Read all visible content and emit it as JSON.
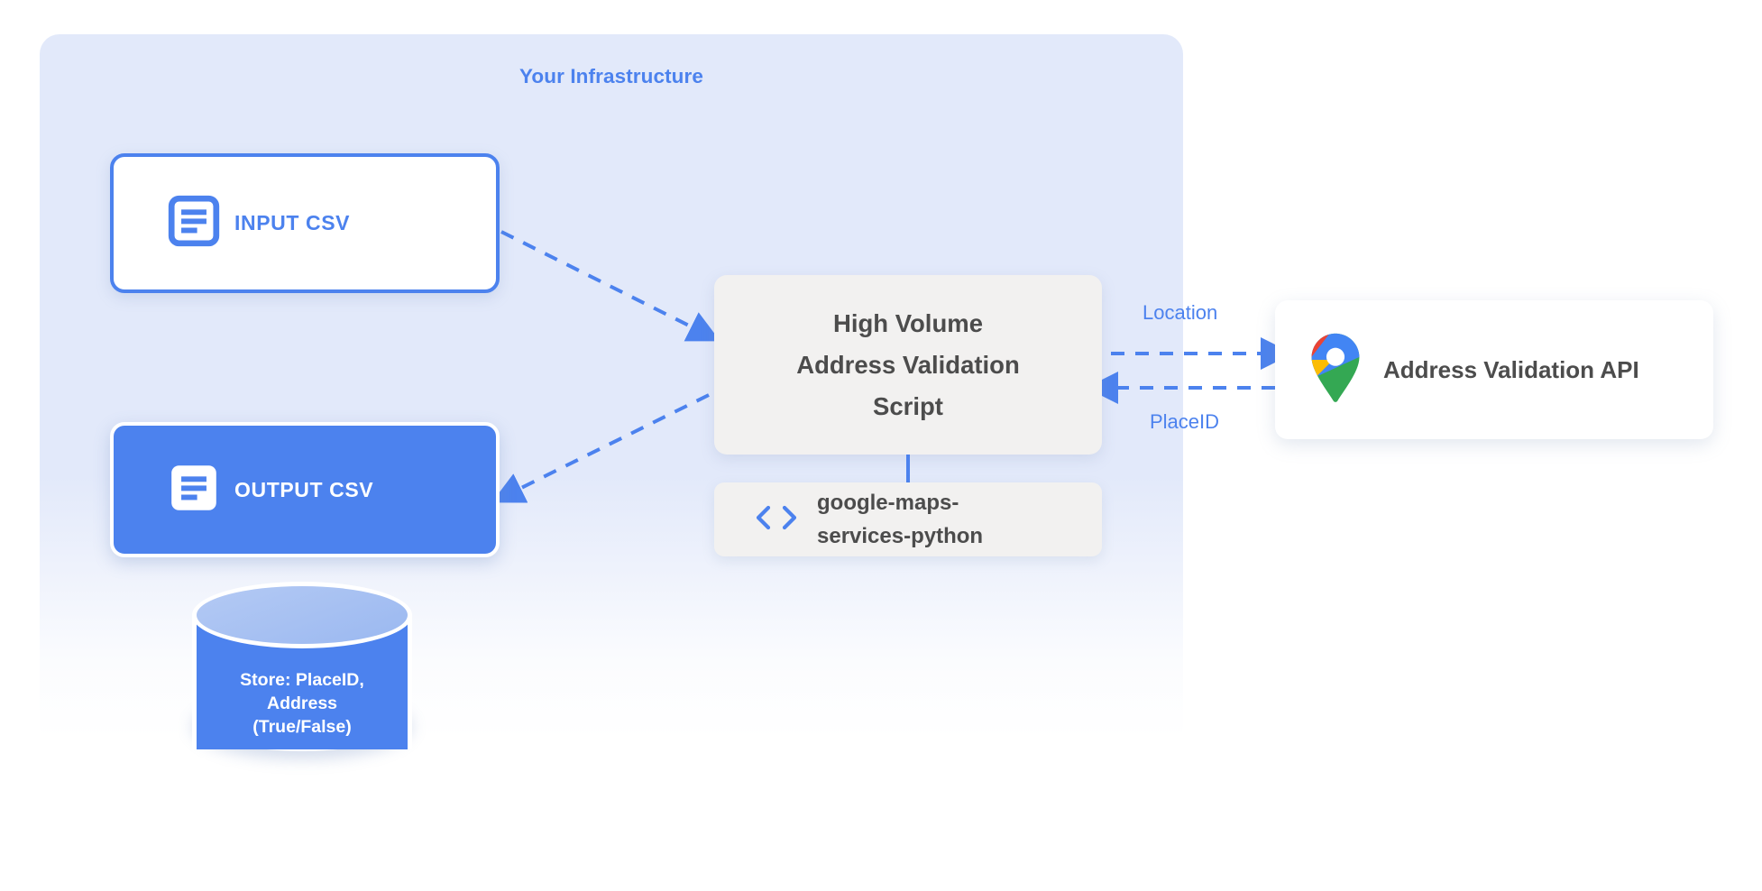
{
  "diagram": {
    "panel": {
      "title": "Your Infrastructure",
      "accent_color": "#4C82EE",
      "background_color": "#E2E9FA"
    },
    "nodes": {
      "input_csv": {
        "label": "INPUT CSV",
        "icon": "document-icon",
        "style": "outlined",
        "border_color": "#4C82EE",
        "text_color": "#4C82EE",
        "fill_color": "#FFFFFF"
      },
      "output_csv": {
        "label": "OUTPUT CSV",
        "icon": "document-icon",
        "style": "filled",
        "fill_color": "#4C82EE",
        "text_color": "#FFFFFF"
      },
      "datastore": {
        "label_line1": "Store: PlaceID,",
        "label_line2": "Address",
        "label_line3": "(True/False)",
        "shape": "cylinder",
        "fill_color": "#4C82EE",
        "top_color": "#A6C0F2",
        "text_color": "#FFFFFF"
      },
      "script": {
        "label_line1": "High Volume",
        "label_line2": "Address Validation",
        "label_line3": "Script",
        "fill_color": "#F2F1F0",
        "text_color": "#4C4C4C"
      },
      "library": {
        "label_line1": "google-maps-",
        "label_line2": "services-python",
        "icon": "code-brackets-icon",
        "icon_color": "#4C82EE",
        "fill_color": "#F2F1F0",
        "text_color": "#4C4C4C"
      },
      "api": {
        "label": "Address Validation API",
        "icon": "google-maps-pin-icon",
        "fill_color": "#FFFFFF",
        "text_color": "#4C4C4C"
      }
    },
    "edges": [
      {
        "name": "input-to-script",
        "from": "input_csv",
        "to": "script",
        "label": "",
        "style": "dashed",
        "direction": "forward",
        "color": "#4C82EE"
      },
      {
        "name": "script-to-output",
        "from": "script",
        "to": "output_csv",
        "label": "",
        "style": "dashed",
        "direction": "forward",
        "color": "#4C82EE"
      },
      {
        "name": "script-to-api",
        "from": "script",
        "to": "api",
        "label": "Location",
        "style": "dashed",
        "direction": "forward",
        "color": "#4C82EE"
      },
      {
        "name": "api-to-script",
        "from": "api",
        "to": "script",
        "label": "PlaceID",
        "style": "dashed",
        "direction": "backward",
        "color": "#4C82EE"
      },
      {
        "name": "script-to-library",
        "from": "script",
        "to": "library",
        "label": "",
        "style": "solid",
        "direction": "none",
        "color": "#4C82EE"
      }
    ]
  }
}
